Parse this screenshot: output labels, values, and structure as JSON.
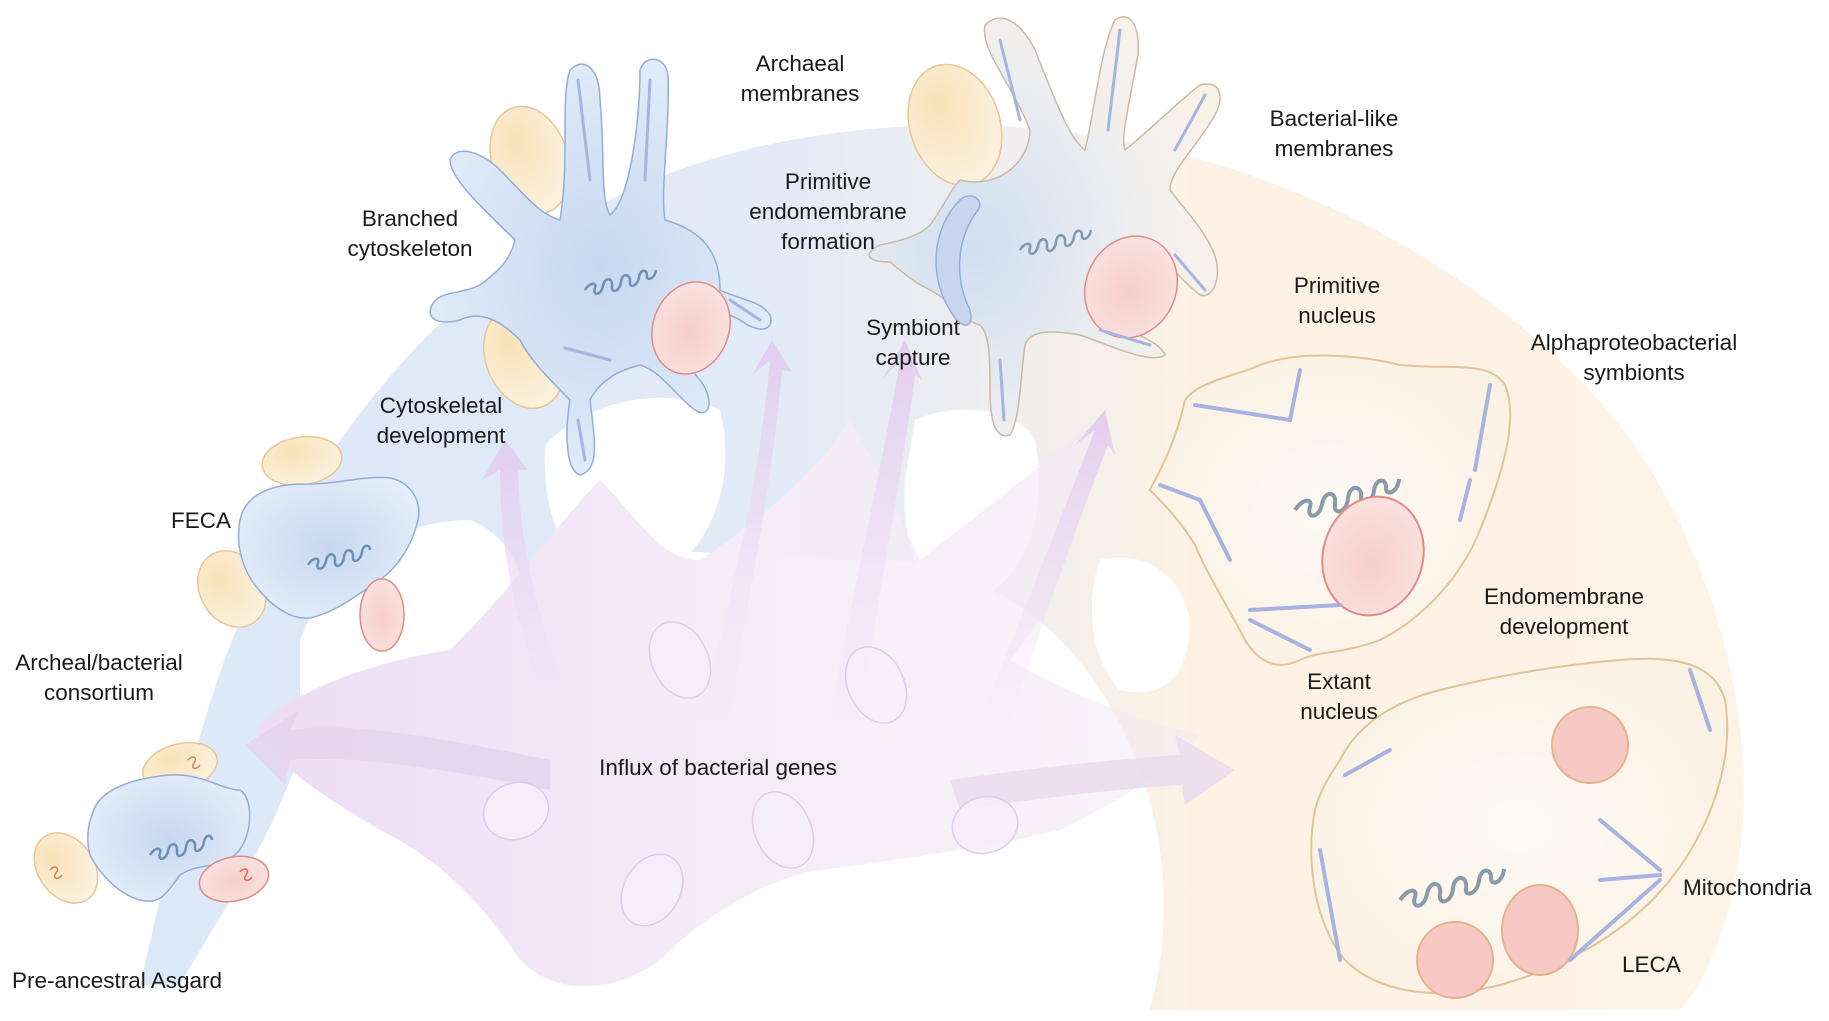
{
  "figure": {
    "title": "Stepwise origin of eukaryotes from Asgard archaea",
    "colors": {
      "archaeal_band": "#dfe9f8",
      "bacterial_band": "#fdf1e2",
      "influx": "#f1e3f6",
      "influx_arrow": "#e6d3f0",
      "archaeal_cell_fill": "#d6e3f5",
      "archaeal_cell_stroke": "#95acd4",
      "bacterial_cell_stroke": "#e5c59a",
      "symbiont_yellow_fill": "#f9e8c8",
      "symbiont_yellow_stroke": "#e6c795",
      "symbiont_red_fill": "#f8d6d2",
      "symbiont_red_stroke": "#e28b86",
      "cytoskeleton": "#a7b4e2",
      "dna": "#6f8fb5",
      "dna_late": "#8a9aa8"
    }
  },
  "labels": {
    "pre_ancestral": [
      "Pre-ancestral Asgard"
    ],
    "consortium": [
      "Archeal/bacterial",
      "consortium"
    ],
    "feca": [
      "FECA"
    ],
    "cytoskeletal_development": [
      "Cytoskeletal",
      "development"
    ],
    "branched_cytoskeleton": [
      "Branched",
      "cytoskeleton"
    ],
    "archaeal_membranes": [
      "Archaeal",
      "membranes"
    ],
    "primitive_endomembrane": [
      "Primitive",
      "endomembrane",
      "formation"
    ],
    "symbiont_capture": [
      "Symbiont",
      "capture"
    ],
    "bacterial_like_membranes": [
      "Bacterial-like",
      "membranes"
    ],
    "primitive_nucleus": [
      "Primitive",
      "nucleus"
    ],
    "alphaproteobacterial": [
      "Alphaproteobacterial",
      "symbionts"
    ],
    "endomembrane_development": [
      "Endomembrane",
      "development"
    ],
    "extant_nucleus": [
      "Extant",
      "nucleus"
    ],
    "influx": [
      "Influx of bacterial genes"
    ],
    "mitochondria": [
      "Mitochondria"
    ],
    "leca": [
      "LECA"
    ]
  },
  "stages": [
    {
      "name": "Pre-ancestral Asgard",
      "domain": "archaeal"
    },
    {
      "name": "Archeal/bacterial consortium",
      "domain": "archaeal"
    },
    {
      "name": "FECA",
      "domain": "archaeal"
    },
    {
      "name": "Cytoskeletal development",
      "domain": "archaeal"
    },
    {
      "name": "Branched cytoskeleton",
      "domain": "archaeal"
    },
    {
      "name": "Primitive endomembrane formation",
      "domain": "transition"
    },
    {
      "name": "Symbiont capture",
      "domain": "transition"
    },
    {
      "name": "Primitive nucleus",
      "domain": "bacterial-like"
    },
    {
      "name": "Endomembrane development",
      "domain": "bacterial-like"
    },
    {
      "name": "LECA",
      "domain": "bacterial-like"
    }
  ]
}
